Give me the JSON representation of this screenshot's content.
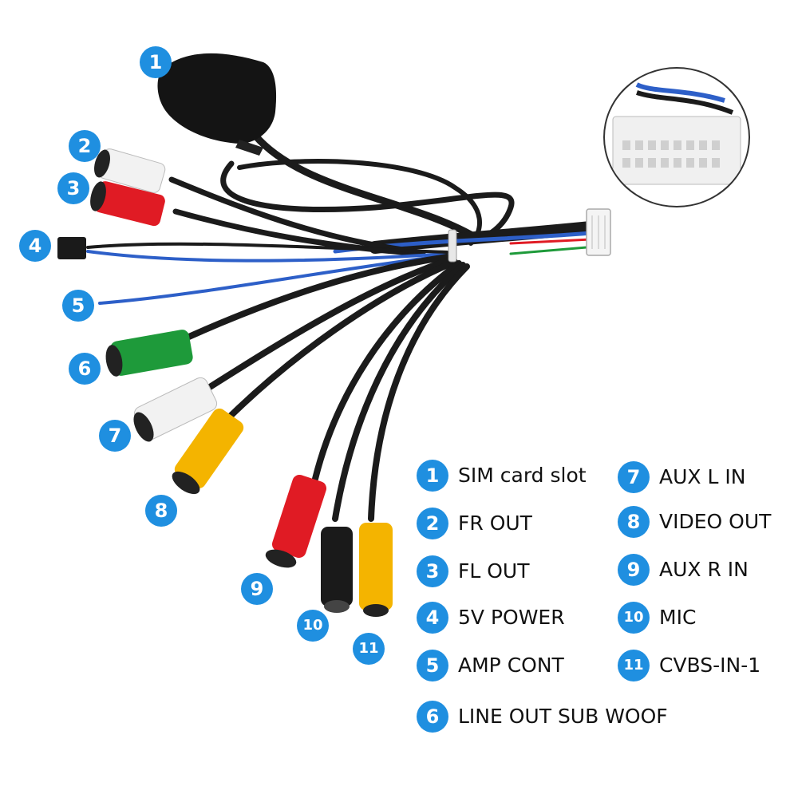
{
  "diagram_title": "",
  "colors": {
    "badge": "#1f8fe0",
    "cable": "#1b1b1b",
    "blue_wire": "#2d5fc8",
    "rca_white": "#f2f2f2",
    "rca_red": "#e01b24",
    "rca_green": "#1e9a3a",
    "rca_yellow": "#f4b400",
    "sim_box": "#141414",
    "connector": "#f4f4f4"
  },
  "icons": [
    "sim-module-icon",
    "rca-connector-icon",
    "power-plug-icon",
    "wire-harness-connector-icon"
  ],
  "callouts": [
    {
      "num": "1"
    },
    {
      "num": "2"
    },
    {
      "num": "3"
    },
    {
      "num": "4"
    },
    {
      "num": "5"
    },
    {
      "num": "6"
    },
    {
      "num": "7"
    },
    {
      "num": "8"
    },
    {
      "num": "9"
    },
    {
      "num": "10"
    },
    {
      "num": "11"
    }
  ],
  "legend": [
    {
      "num": "1",
      "label": "SIM card slot"
    },
    {
      "num": "2",
      "label": "FR OUT"
    },
    {
      "num": "3",
      "label": "FL OUT"
    },
    {
      "num": "4",
      "label": "5V POWER"
    },
    {
      "num": "5",
      "label": "AMP CONT"
    },
    {
      "num": "6",
      "label": "LINE OUT SUB WOOF"
    },
    {
      "num": "7",
      "label": "AUX L IN"
    },
    {
      "num": "8",
      "label": "VIDEO OUT"
    },
    {
      "num": "9",
      "label": "AUX R IN"
    },
    {
      "num": "10",
      "label": "MIC"
    },
    {
      "num": "11",
      "label": "CVBS-IN-1"
    }
  ]
}
